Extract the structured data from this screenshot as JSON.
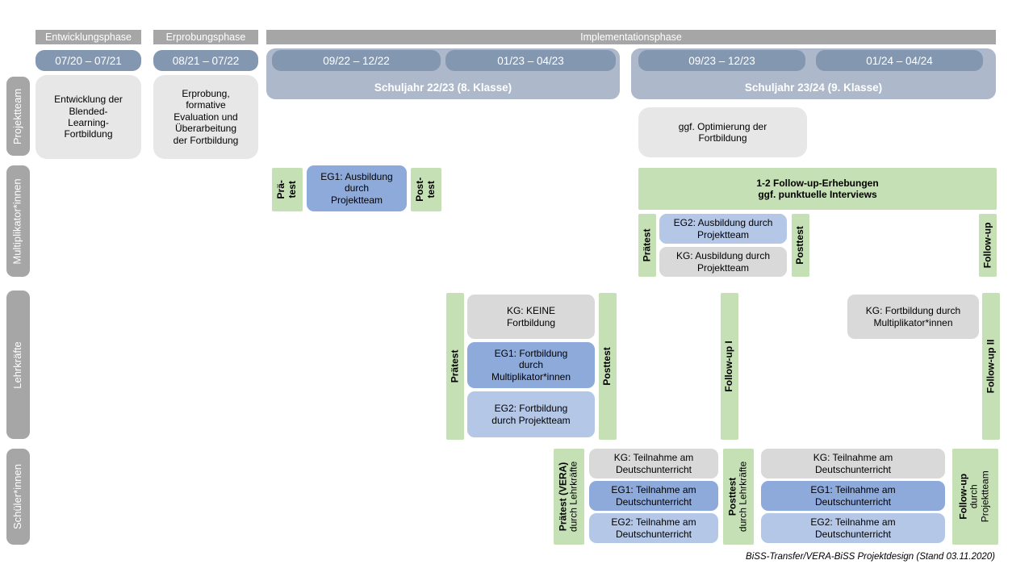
{
  "colors": {
    "phase_gray": "#a6a6a6",
    "pill_blue": "#8497b0",
    "container_blue": "#adb9ca",
    "box_lightgray": "#e8e7e7",
    "box_gray": "#d9d9d9",
    "box_blue": "#8eaadb",
    "box_lightblue": "#b4c7e7",
    "box_green": "#c5e0b4"
  },
  "phases": {
    "entwicklung": "Entwicklungsphase",
    "erprobung": "Erprobungsphase",
    "implementation": "Implementationsphase"
  },
  "dates": {
    "d1": "07/20 – 07/21",
    "d2": "08/21 – 07/22",
    "d3": "09/22 – 12/22",
    "d4": "01/23 – 04/23",
    "d5": "09/23 – 12/23",
    "d6": "01/24 – 04/24"
  },
  "schuljahr": {
    "s1": "Schuljahr 22/23 (8. Klasse)",
    "s2": "Schuljahr 23/24 (9. Klasse)"
  },
  "row_labels": {
    "projektteam": "Projektteam",
    "multiplikator": "Multiplikator*innen",
    "lehrkraefte": "Lehrkräfte",
    "schueler": "Schüler*innen"
  },
  "projektteam": {
    "entwicklung": "Entwicklung der\nBlended-\nLearning-\nFortbildung",
    "erprobung": "Erprobung,\nformative\nEvaluation und\nÜberarbeitung\nder Fortbildung",
    "optimierung": "ggf. Optimierung der\nFortbildung"
  },
  "multiplikator": {
    "praetest_short": "Prä-\ntest",
    "eg1": "EG1: Ausbildung\ndurch\nProjektteam",
    "posttest_short": "Post-\ntest",
    "followup_box": "1-2 Follow-up-Erhebungen\nggf. punktuelle Interviews",
    "praetest": "Prätest",
    "eg2": "EG2: Ausbildung durch\nProjektteam",
    "kg": "KG: Ausbildung durch\nProjektteam",
    "posttest": "Posttest",
    "followup": "Follow-up"
  },
  "lehrkraefte": {
    "praetest": "Prätest",
    "kg": "KG: KEINE\nFortbildung",
    "eg1": "EG1: Fortbildung\ndurch\nMultiplikator*innen",
    "eg2": "EG2: Fortbildung\ndurch Projektteam",
    "posttest": "Posttest",
    "followup1": "Follow-up I",
    "kg2": "KG: Fortbildung durch\nMultiplikator*innen",
    "followup2": "Follow-up II"
  },
  "schueler": {
    "praetest_bold": "Prätest (VERA)",
    "praetest_rest": "durch Lehrkräfte",
    "kg": "KG: Teilnahme am\nDeutschunterricht",
    "eg1": "EG1: Teilnahme am\nDeutschunterricht",
    "eg2": "EG2: Teilnahme am\nDeutschunterricht",
    "posttest_bold": "Posttest",
    "posttest_rest": "durch Lehrkräfte",
    "followup_bold": "Follow-up",
    "followup_rest": "durch\nProjektteam"
  },
  "footer": "BiSS-Transfer/VERA-BiSS Projektdesign (Stand 03.11.2020)"
}
